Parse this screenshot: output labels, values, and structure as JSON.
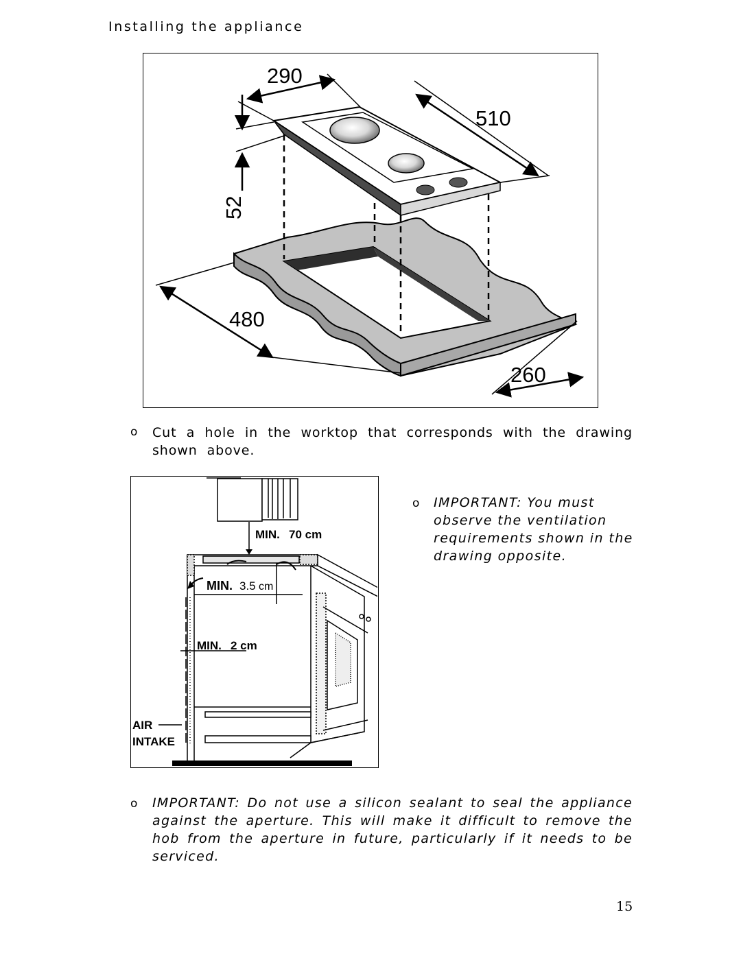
{
  "page": {
    "section_heading": "Installing the appliance",
    "page_number": "15"
  },
  "figure_cutout": {
    "dim_width": "290",
    "dim_depth": "510",
    "dim_height": "52",
    "dim_cut_depth": "480",
    "dim_cut_width": "260"
  },
  "bullet_marker": "o",
  "instructions": {
    "cut_hole": "Cut a hole in the worktop that corresponds with the drawing shown above.",
    "ventilation": "IMPORTANT: You must observe the ventilation requirements shown in the drawing opposite.",
    "sealant": "IMPORTANT: Do not use a silicon sealant to seal the appliance against the aperture. This will make it difficult to remove the hob from the aperture in future, particularly if it needs to be serviced."
  },
  "figure_ventilation": {
    "min_top_prefix": "MIN.",
    "min_top_value": "70 cm",
    "min_gap_prefix": "MIN.",
    "min_gap_value": "3.5",
    "min_gap_unit": "cm",
    "min_side_prefix": "MIN.",
    "min_side_value": "2 cm",
    "air_label_1": "AIR",
    "air_label_2": "INTAKE"
  }
}
